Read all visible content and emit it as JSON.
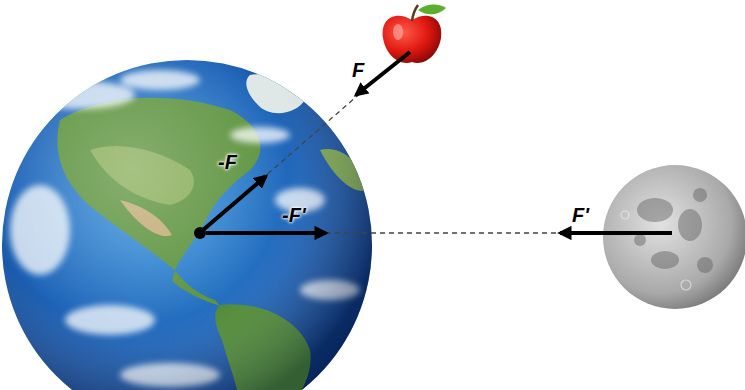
{
  "diagram": {
    "labels": [
      "F",
      "-F",
      "-F'",
      "F'"
    ]
  }
}
